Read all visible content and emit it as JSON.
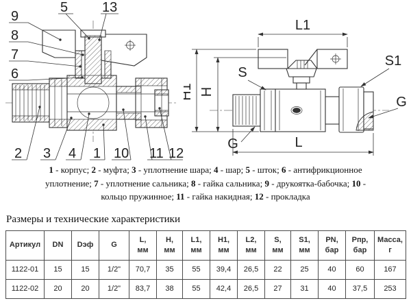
{
  "drawing_left": {
    "callouts": {
      "c9": "9",
      "c8": "8",
      "c7": "7",
      "c6": "6",
      "c5": "5",
      "c13": "13",
      "c2": "2",
      "c3": "3",
      "c4": "4",
      "c1": "1",
      "c10": "10",
      "c11": "11",
      "c12": "12"
    }
  },
  "drawing_right": {
    "labels": {
      "l1": "L1",
      "h1": "H1",
      "h": "H",
      "s": "S",
      "s1": "S1",
      "g_left": "G",
      "g_right": "G",
      "l": "L"
    }
  },
  "legend": {
    "items": [
      {
        "num": "1",
        "text": " - корпус; "
      },
      {
        "num": "2",
        "text": " - муфта; "
      },
      {
        "num": "3",
        "text": " - уплотнение шара; "
      },
      {
        "num": "4",
        "text": " - шар; "
      },
      {
        "num": "5",
        "text": " - шток; "
      },
      {
        "num": "6",
        "text": " - антифрикционное уплотнение; "
      },
      {
        "num": "7",
        "text": " - уплотнение сальника; "
      },
      {
        "num": "8",
        "text": " - гайка сальника; "
      },
      {
        "num": "9",
        "text": " - друкоятка-бабочка; "
      },
      {
        "num": "10",
        "text": " - кольцо пружинное; "
      },
      {
        "num": "11",
        "text": " - гайка накидная; "
      },
      {
        "num": "12",
        "text": " - прокладка"
      }
    ]
  },
  "section": {
    "title": "Размеры и технические характеристики"
  },
  "table": {
    "headers": [
      {
        "top": "Артикул",
        "bottom": ""
      },
      {
        "top": "DN",
        "bottom": ""
      },
      {
        "top": "Dэф",
        "bottom": ""
      },
      {
        "top": "G",
        "bottom": ""
      },
      {
        "top": "L,",
        "bottom": "мм"
      },
      {
        "top": "H,",
        "bottom": "мм"
      },
      {
        "top": "L1,",
        "bottom": "мм"
      },
      {
        "top": "H1,",
        "bottom": "мм"
      },
      {
        "top": "L2,",
        "bottom": "мм"
      },
      {
        "top": "S,",
        "bottom": "мм"
      },
      {
        "top": "S1,",
        "bottom": "мм"
      },
      {
        "top": "PN,",
        "bottom": "бар"
      },
      {
        "top": "Pпр,",
        "bottom": "бар"
      },
      {
        "top": "Масса,",
        "bottom": "г"
      }
    ],
    "rows": [
      [
        "1122-01",
        "15",
        "15",
        "1/2\"",
        "70,7",
        "35",
        "55",
        "39,4",
        "26,5",
        "22",
        "25",
        "40",
        "60",
        "167"
      ],
      [
        "1122-02",
        "20",
        "20",
        "1/2\"",
        "83,7",
        "38",
        "55",
        "42,4",
        "26,5",
        "27",
        "31",
        "40",
        "37,5",
        "253"
      ]
    ]
  },
  "colors": {
    "line": "#333333",
    "text": "#1a1a1a",
    "table_border": "#4a4a4a"
  }
}
